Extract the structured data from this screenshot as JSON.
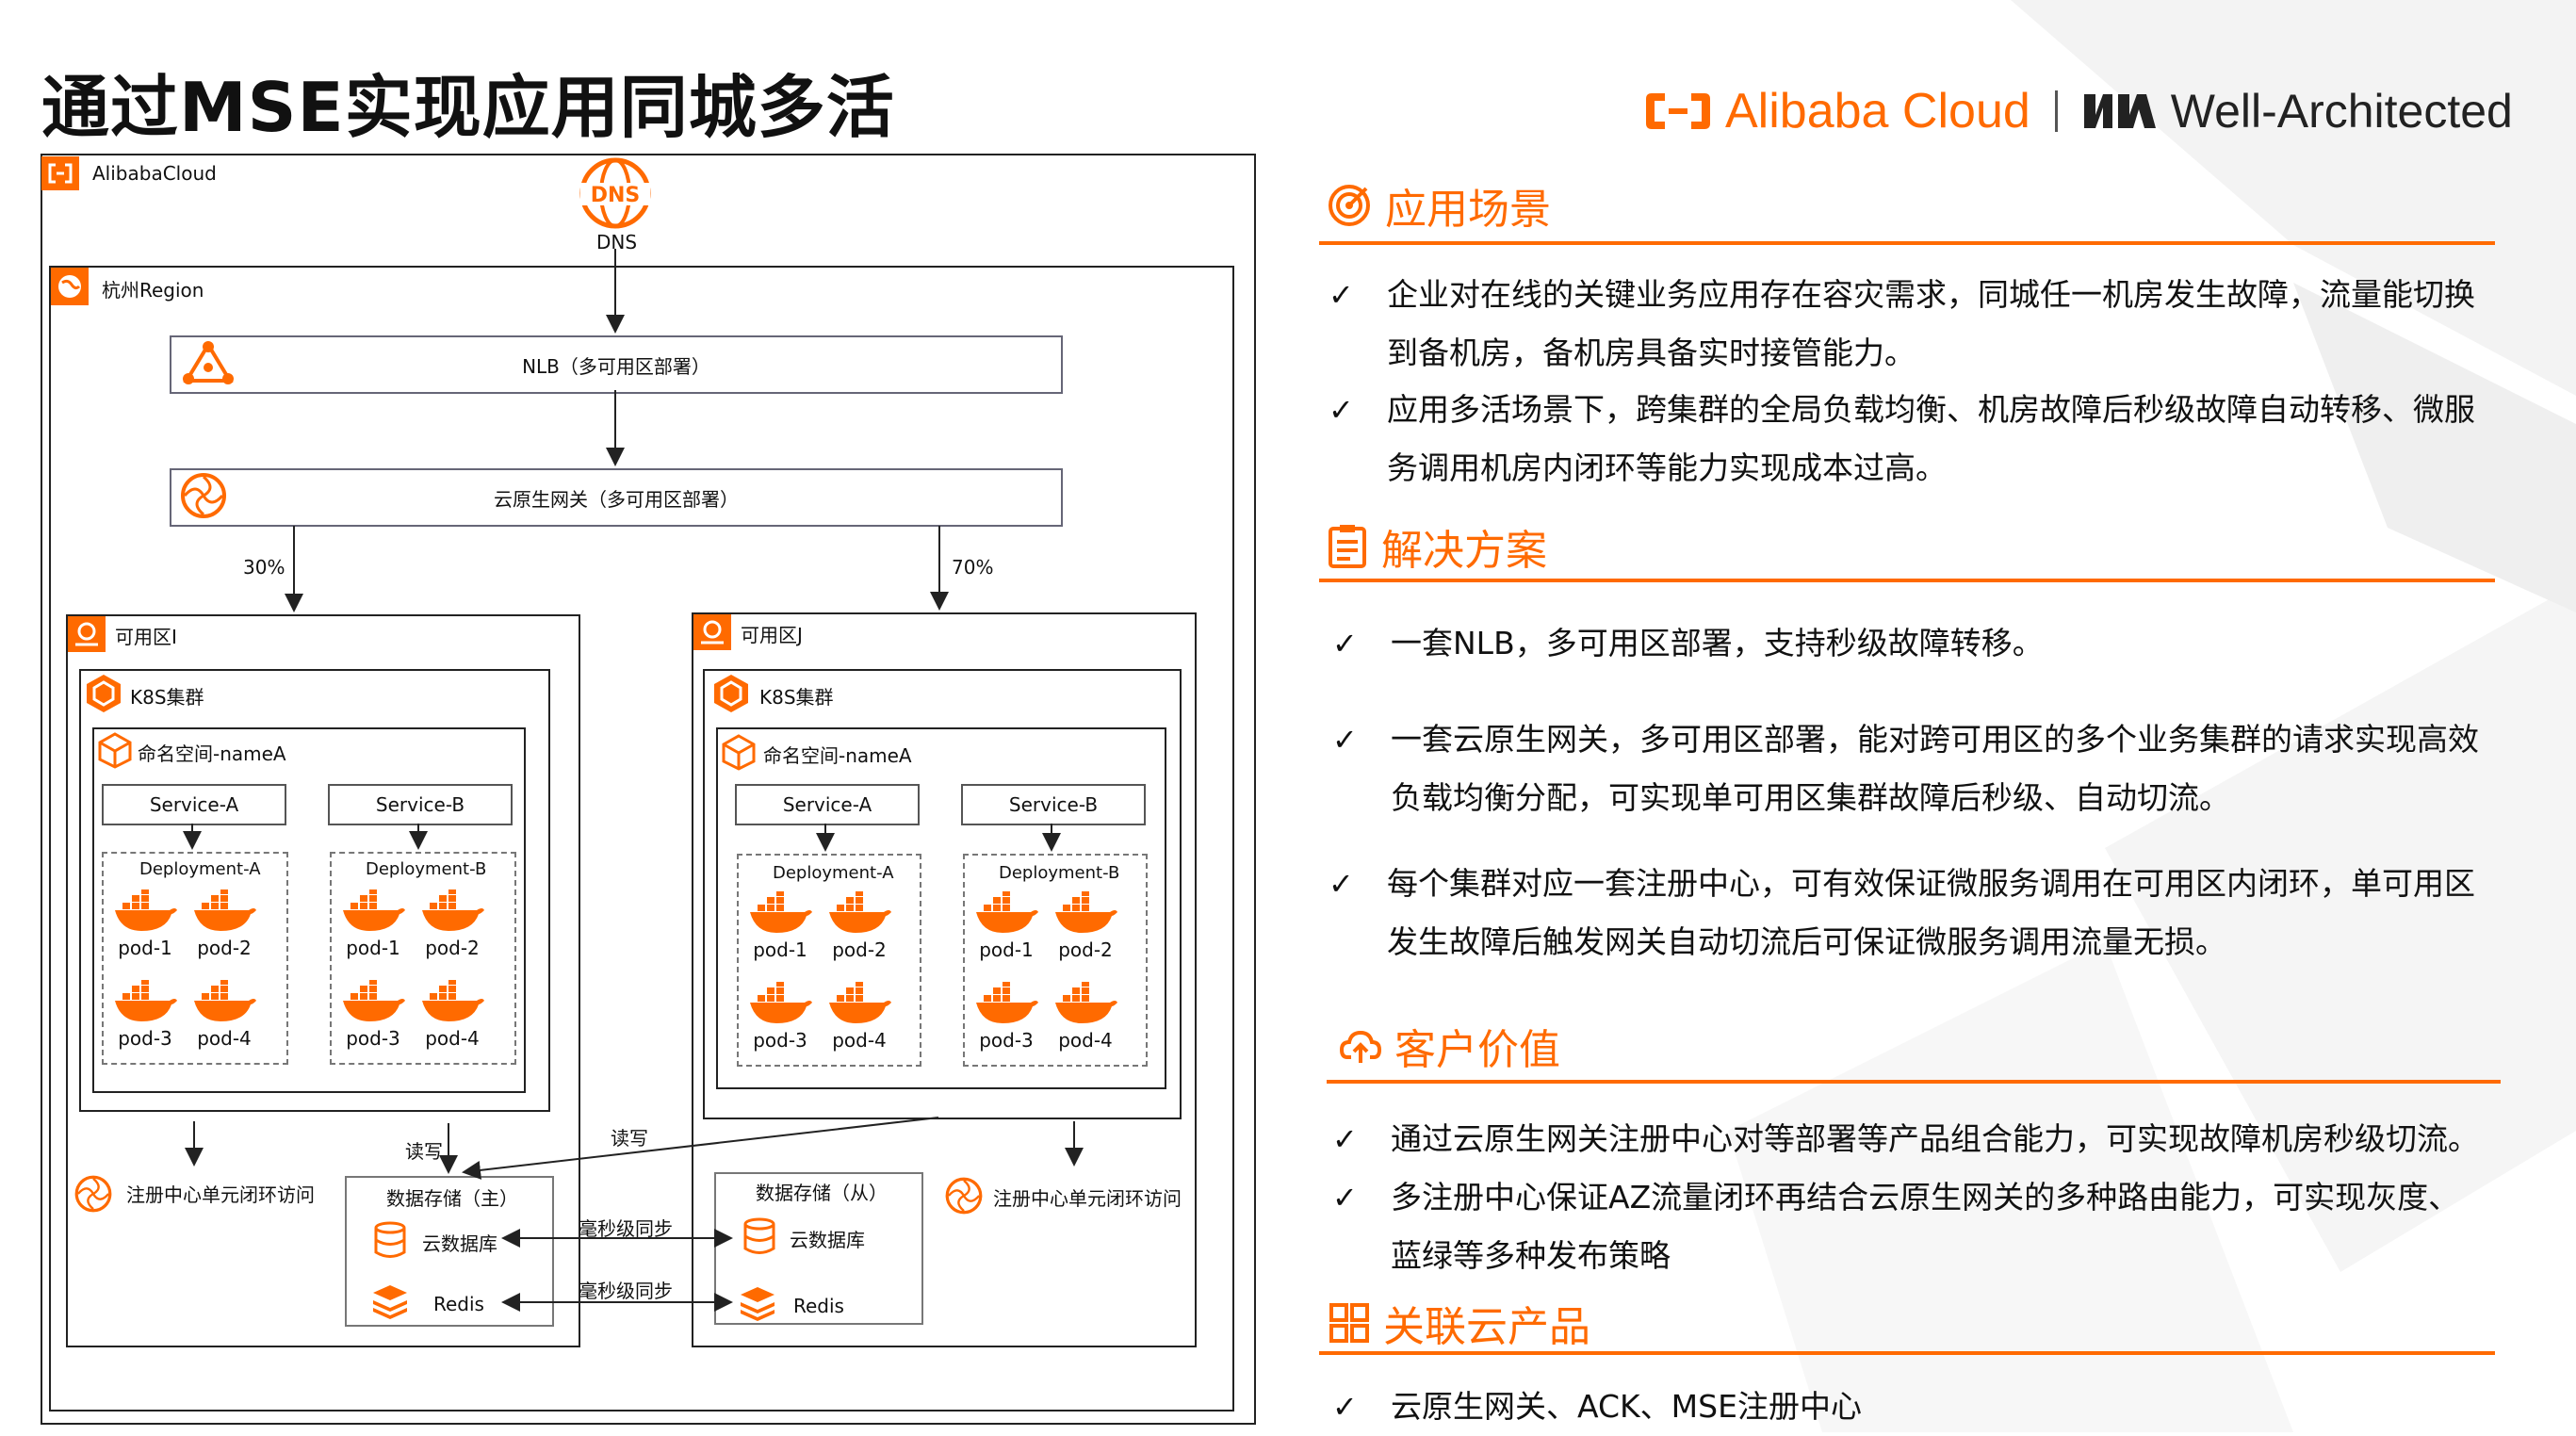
{
  "title": "通过MSE实现应用同城多活",
  "brand": {
    "alibaba": "Alibaba Cloud",
    "well": "Well-Architected"
  },
  "diagram": {
    "cloud_label": "AlibabaCloud",
    "dns_label": "DNS",
    "region_label": "杭州Region",
    "nlb_label": "NLB（多可用区部署）",
    "gateway_label": "云原生网关（多可用区部署）",
    "pct_left": "30%",
    "pct_right": "70%",
    "zones": [
      {
        "label": "可用区I",
        "k8s": "K8S集群",
        "namespace": "命名空间-nameA",
        "services": [
          "Service-A",
          "Service-B"
        ],
        "deployments": [
          "Deployment-A",
          "Deployment-B"
        ],
        "pods": [
          "pod-1",
          "pod-2",
          "pod-3",
          "pod-4"
        ],
        "registry": "注册中心单元闭环访问",
        "storage": "数据存储（主）",
        "db": "云数据库",
        "redis": "Redis"
      },
      {
        "label": "可用区J",
        "k8s": "K8S集群",
        "namespace": "命名空间-nameA",
        "services": [
          "Service-A",
          "Service-B"
        ],
        "deployments": [
          "Deployment-A",
          "Deployment-B"
        ],
        "pods": [
          "pod-1",
          "pod-2",
          "pod-3",
          "pod-4"
        ],
        "registry": "注册中心单元闭环访问",
        "storage": "数据存储（从）",
        "db": "云数据库",
        "redis": "Redis"
      }
    ],
    "rw_left": "读写",
    "rw_right": "读写",
    "sync1": "毫秒级同步",
    "sync2": "毫秒级同步",
    "colors": {
      "accent": "#ff6a00",
      "docker": "#ff6a00"
    }
  },
  "sections": {
    "scenario": {
      "title": "应用场景",
      "items": [
        "企业对在线的关键业务应用存在容灾需求，同城任一机房发生故障，流量能切换到备机房，备机房具备实时接管能力。",
        "应用多活场景下，跨集群的全局负载均衡、机房故障后秒级故障自动转移、微服务调用机房内闭环等能力实现成本过高。"
      ]
    },
    "solution": {
      "title": "解决方案",
      "items": [
        "一套NLB，多可用区部署，支持秒级故障转移。",
        "一套云原生网关，多可用区部署，能对跨可用区的多个业务集群的请求实现高效负载均衡分配，可实现单可用区集群故障后秒级、自动切流。",
        "每个集群对应一套注册中心，可有效保证微服务调用在可用区内闭环，单可用区发生故障后触发网关自动切流后可保证微服务调用流量无损。"
      ]
    },
    "value": {
      "title": "客户价值",
      "items": [
        "通过云原生网关注册中心对等部署等产品组合能力，可实现故障机房秒级切流。",
        "多注册中心保证AZ流量闭环再结合云原生网关的多种路由能力，可实现灰度、蓝绿等多种发布策略"
      ]
    },
    "products": {
      "title": "关联云产品",
      "items": [
        "云原生网关、ACK、MSE注册中心"
      ]
    },
    "check": "✓"
  }
}
